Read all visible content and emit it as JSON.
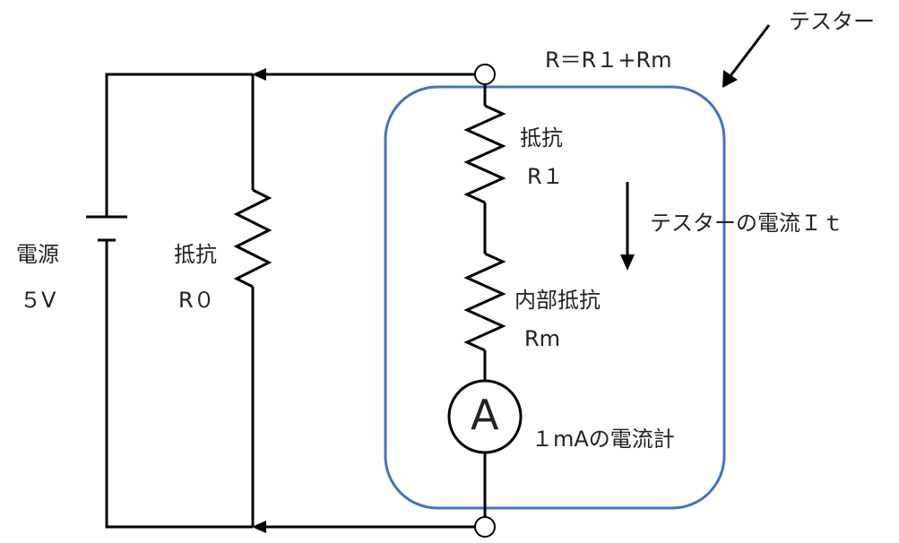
{
  "labels": {
    "tester": "テスター",
    "formula": "R＝R１+Rm",
    "battery_name": "電源",
    "battery_voltage": "５V",
    "r0_name": "抵抗",
    "r0_value": "R０",
    "r1_name": "抵抗",
    "r1_value": "R１",
    "rm_name": "内部抵抗",
    "rm_value": "Rm",
    "current_label": "テスターの電流Ｉｔ",
    "ammeter_symbol": "A",
    "ammeter_label": "１mAの電流計"
  },
  "colors": {
    "wire": "#000000",
    "tester_box": "#4472c4",
    "text": "#222222"
  }
}
